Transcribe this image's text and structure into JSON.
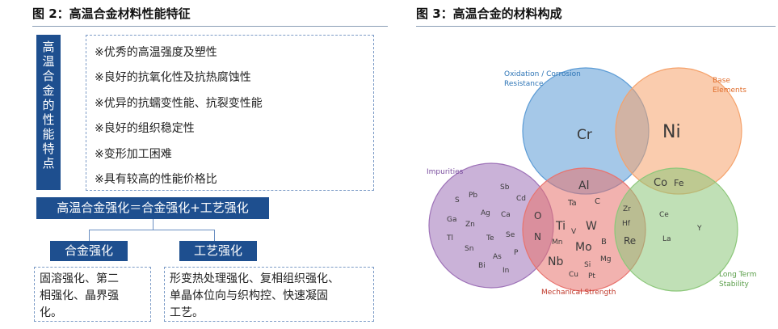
{
  "left": {
    "title": "图 2：高温合金材料性能特征",
    "vertical_label": [
      "高",
      "温",
      "合",
      "金",
      "的",
      "性",
      "能",
      "特",
      "点"
    ],
    "properties": [
      "※优秀的高温强度及塑性",
      "※良好的抗氧化性及抗热腐蚀性",
      "※优异的抗蠕变性能、抗裂变性能",
      "※良好的组织稳定性",
      "※变形加工困难",
      "※具有较高的性能价格比"
    ],
    "formula": "高温合金强化＝合金强化+工艺强化",
    "alloy_strengthening": {
      "label": "合金强化",
      "desc_lines": [
        "固溶强化、第二",
        "相强化、晶界强",
        "化。"
      ]
    },
    "process_strengthening": {
      "label": "工艺强化",
      "desc_lines": [
        "形变热处理强化、复相组织强化、",
        "单晶体位向与织构控、快速凝固",
        "工艺。"
      ]
    }
  },
  "right": {
    "title": "图 3：高温合金的材料构成",
    "circles": {
      "oxidation": {
        "caption_lines": [
          "Oxidation / Corrosion",
          "Resistance"
        ],
        "color": "#5b9bd5",
        "elements": [
          {
            "sym": "Cr"
          }
        ]
      },
      "base": {
        "caption_lines": [
          "Base",
          "Elements"
        ],
        "color": "#f5a26b",
        "elements": [
          {
            "sym": "Ni"
          }
        ]
      },
      "impurities": {
        "caption_lines": [
          "Impurities"
        ],
        "color": "#9e72b8",
        "elements": [
          {
            "sym": "Sb"
          },
          {
            "sym": "S"
          },
          {
            "sym": "Pb"
          },
          {
            "sym": "Cd"
          },
          {
            "sym": "Ga"
          },
          {
            "sym": "Ag"
          },
          {
            "sym": "Ca"
          },
          {
            "sym": "Zn"
          },
          {
            "sym": "Tl"
          },
          {
            "sym": "Te"
          },
          {
            "sym": "Se"
          },
          {
            "sym": "Sn"
          },
          {
            "sym": "As"
          },
          {
            "sym": "P"
          },
          {
            "sym": "Bi"
          },
          {
            "sym": "In"
          }
        ]
      },
      "mechanical": {
        "caption_lines": [
          "Mechanical Strength"
        ],
        "color": "#e8736e",
        "elements": [
          {
            "sym": "Ta"
          },
          {
            "sym": "C"
          },
          {
            "sym": "Ti"
          },
          {
            "sym": "V"
          },
          {
            "sym": "W"
          },
          {
            "sym": "Mn"
          },
          {
            "sym": "Mo"
          },
          {
            "sym": "B"
          },
          {
            "sym": "Nb"
          },
          {
            "sym": "Si"
          },
          {
            "sym": "Mg"
          },
          {
            "sym": "Cu"
          },
          {
            "sym": "Pt"
          }
        ]
      },
      "longterm": {
        "caption_lines": [
          "Long Term",
          "Stability"
        ],
        "color": "#8cc77a",
        "elements": [
          {
            "sym": "Ce"
          },
          {
            "sym": "Y"
          },
          {
            "sym": "La"
          }
        ]
      }
    },
    "overlaps": [
      {
        "sym": "Al"
      },
      {
        "sym": "Co"
      },
      {
        "sym": "Fe"
      },
      {
        "sym": "O"
      },
      {
        "sym": "N"
      },
      {
        "sym": "Zr"
      },
      {
        "sym": "Hf"
      },
      {
        "sym": "Re"
      }
    ],
    "caption_colors": {
      "oxidation": "#2e75b6",
      "base": "#e06c2a",
      "impurities": "#7a4e9e",
      "mechanical": "#c0392b",
      "longterm": "#5a9e4a"
    }
  }
}
